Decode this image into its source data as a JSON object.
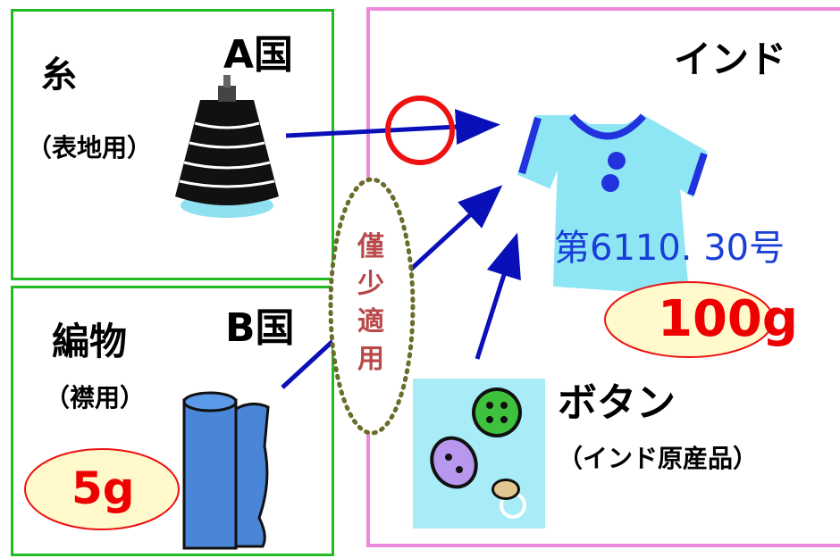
{
  "country_a": {
    "label": "A国",
    "material": "糸",
    "usage": "（表地用）"
  },
  "country_b": {
    "label": "B国",
    "material": "編物",
    "usage": "（襟用）",
    "weight": "5g"
  },
  "india": {
    "label": "インド",
    "product_code": "第6110. 30号",
    "product_weight": "100g",
    "button_label": "ボタン",
    "button_origin": "（インド原産品）"
  },
  "de_minimis": "僅少適用",
  "colors": {
    "green_border": "#22bb22",
    "pink_border": "#ee88dd",
    "arrow_blue": "#0a10b8",
    "circle_red": "#ee1111",
    "weight_red": "#ee0000",
    "code_blue": "#1a3ed8",
    "ellipse_fill": "#fff9cc",
    "dotted_green": "#6b6b2a",
    "deminimis_text": "#b8484a"
  },
  "icons": [
    "thread-spool-icon",
    "fabric-roll-icon",
    "shirt-icon",
    "buttons-icon"
  ]
}
